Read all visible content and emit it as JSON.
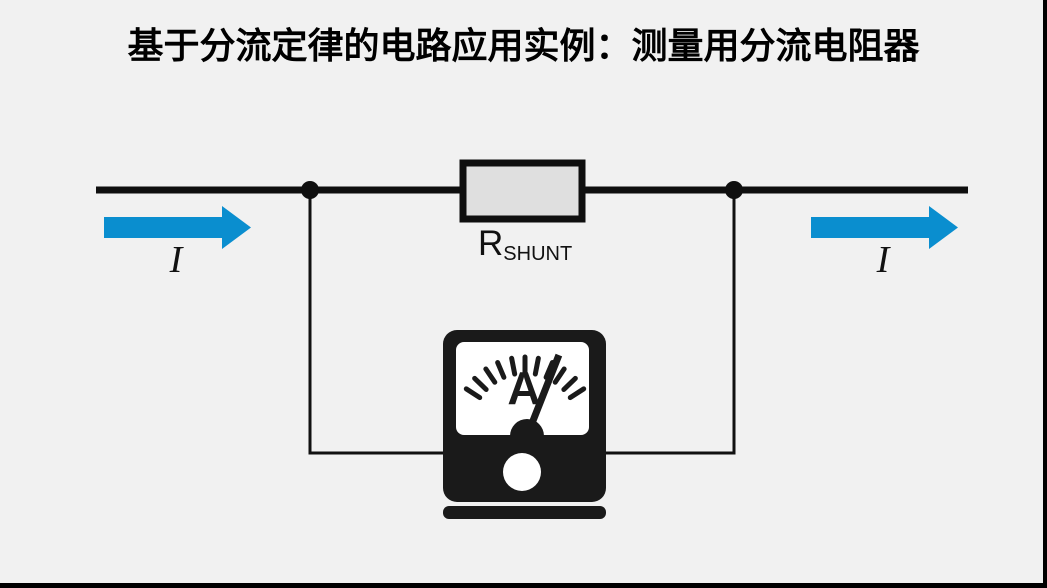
{
  "slide": {
    "title": "基于分流定律的电路应用实例：测量用分流电阻器",
    "background_color": "#f1f1f1"
  },
  "circuit": {
    "arrow_color": "#0a8ecf",
    "current_in": {
      "label": "I"
    },
    "current_out": {
      "label": "I"
    },
    "shunt_resistor": {
      "label_base": "R",
      "label_subscript": "SHUNT",
      "fill_color": "#dfdfdf"
    },
    "ammeter": {
      "unit_letter": "A",
      "body_color": "#1a1a1a"
    }
  }
}
